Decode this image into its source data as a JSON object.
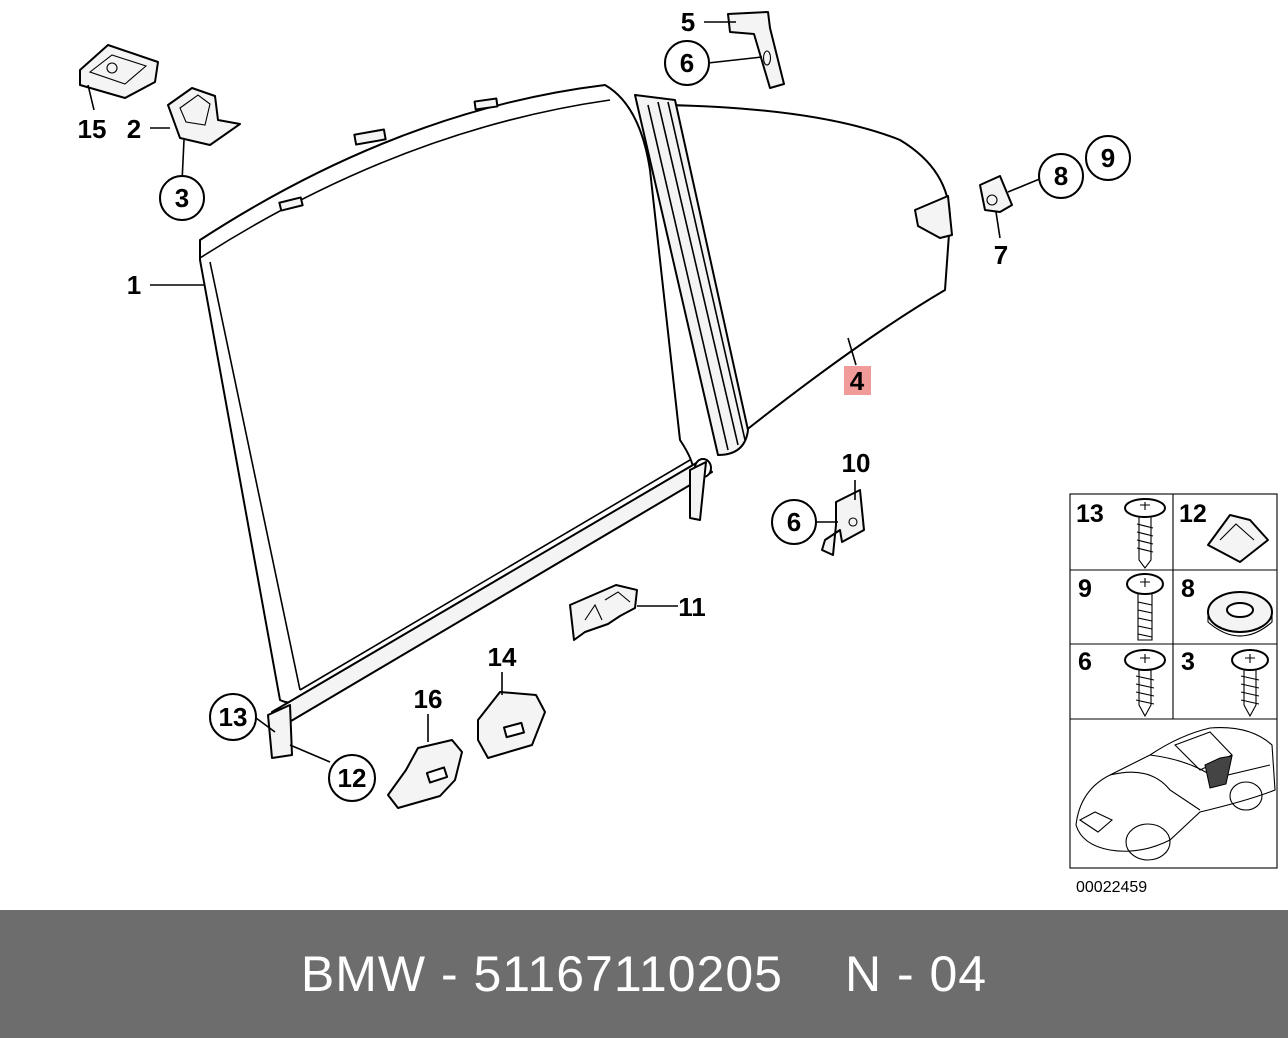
{
  "diagram": {
    "callouts": {
      "c1": "1",
      "c2": "2",
      "c3": "3",
      "c4": "4",
      "c5": "5",
      "c6a": "6",
      "c6b": "6",
      "c7": "7",
      "c8": "8",
      "c9": "9",
      "c10": "10",
      "c11": "11",
      "c12": "12",
      "c13": "13",
      "c14": "14",
      "c15": "15",
      "c16": "16"
    },
    "highlight_color": "#f19a9a",
    "reference_grid": {
      "cells": [
        "13",
        "12",
        "9",
        "8",
        "6",
        "3"
      ]
    },
    "drawing_number": "00022459"
  },
  "footer": {
    "brand_line": "BMW - 51167110205",
    "code": "N - 04"
  }
}
